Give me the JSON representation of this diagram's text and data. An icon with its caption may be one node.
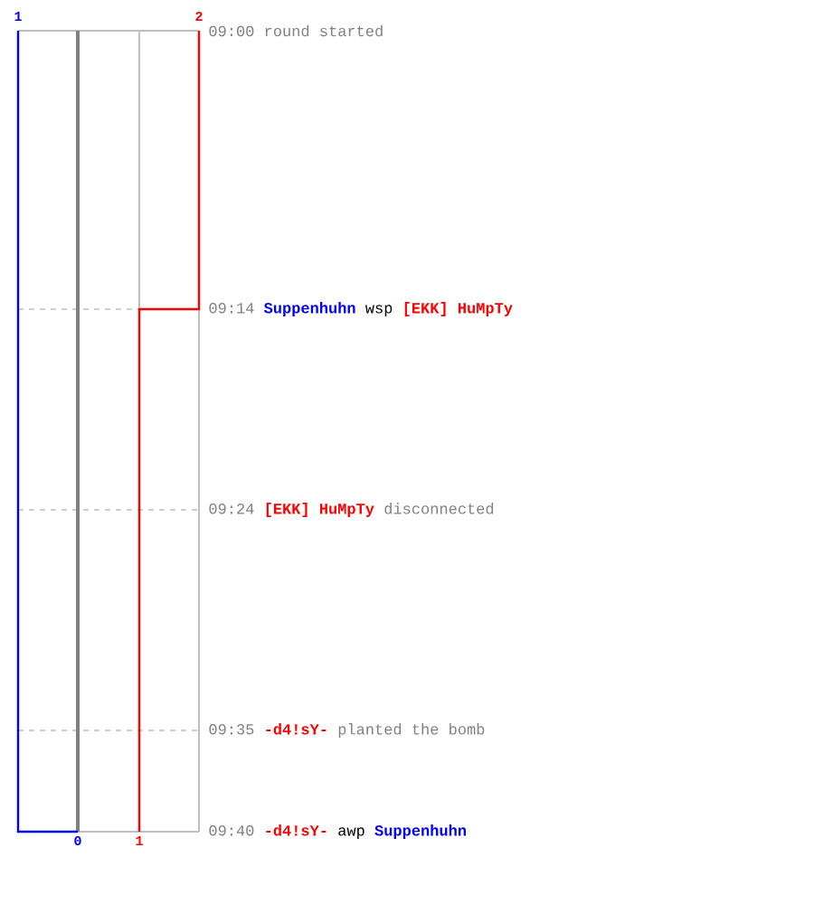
{
  "diagram": {
    "labels": [
      "1",
      "2",
      "09:00",
      "round started",
      "09:14",
      "Suppenhuhn",
      "wsp",
      "[EKK] HuMpTy",
      "09:24",
      "[EKK] HuMpTy",
      "disconnected",
      "09:35",
      "-d4!sY-",
      "planted the bomb",
      "09:40",
      "-d4!sY-",
      "awp",
      "Suppenhuhn",
      "0",
      "1"
    ]
  }
}
